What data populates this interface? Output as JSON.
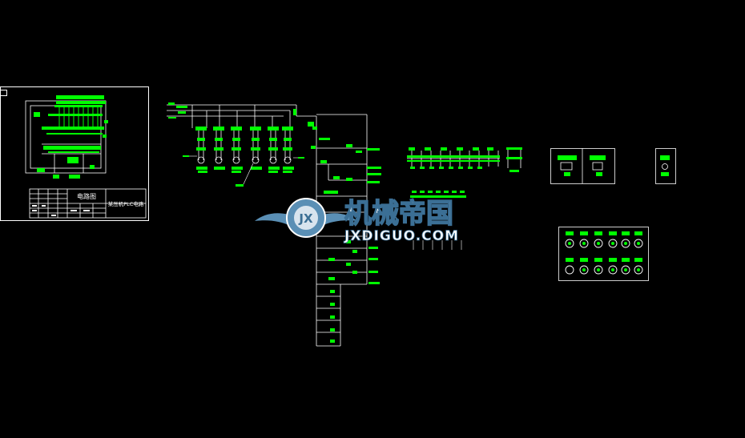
{
  "title_block": {
    "drawing_name": "电路图",
    "project_name": "某压机PLC电路"
  },
  "watermark": {
    "brand_cn": "机械帝国",
    "brand_en": "JXDIGUO.COM",
    "badge": "JX"
  },
  "colors": {
    "background": "#000000",
    "line": "#ffffff",
    "component": "#00ff00",
    "watermark_blue": "#5a8fb5",
    "watermark_text": "#ffffff"
  }
}
